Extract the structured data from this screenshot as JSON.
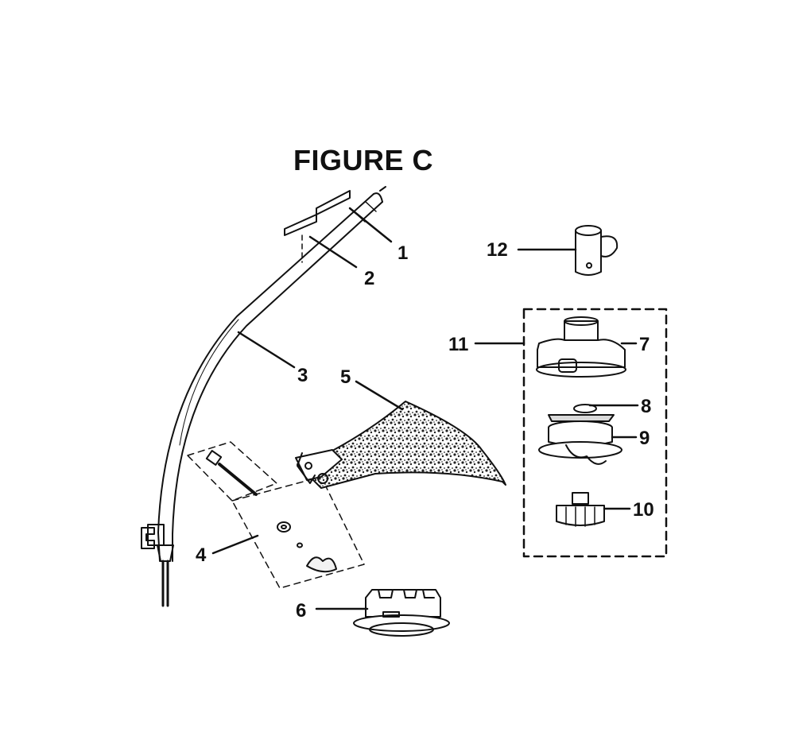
{
  "figure": {
    "title": "FIGURE C"
  },
  "callouts": {
    "c1": "1",
    "c2": "2",
    "c3": "3",
    "c4": "4",
    "c5": "5",
    "c6": "6",
    "c7": "7",
    "c8": "8",
    "c9": "9",
    "c10": "10",
    "c11": "11",
    "c12": "12"
  },
  "parts": [
    "decal-1",
    "decal-2",
    "curved-shaft",
    "hardware-kit",
    "guard",
    "spool-housing",
    "spool-cover",
    "spring",
    "spool",
    "bump-knob",
    "spool-assembly",
    "cap"
  ]
}
